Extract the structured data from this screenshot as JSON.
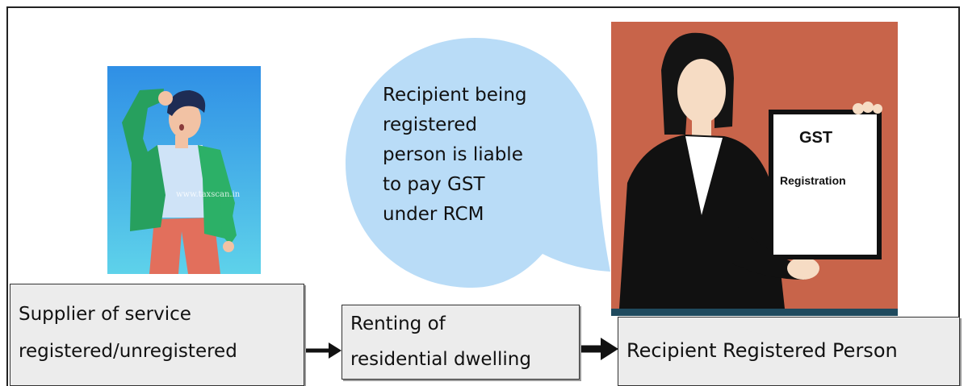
{
  "bubble": {
    "text_lines": [
      "Recipient being",
      "registered",
      "person is liable",
      "to pay GST",
      "under RCM"
    ]
  },
  "certificate": {
    "title": "GST",
    "subtitle": "Registration"
  },
  "watermark": {
    "text": "www.taxscan.in"
  },
  "flow": {
    "box1": [
      "Supplier of service",
      "registered/unregistered"
    ],
    "box2": [
      "Renting of",
      "residential dwelling"
    ],
    "box3": "Recipient Registered Person"
  },
  "colors": {
    "bubble": "#b9dcf7",
    "poster_bg": "#c8644a",
    "box_fill": "#ececec",
    "arrow": "#111111"
  }
}
